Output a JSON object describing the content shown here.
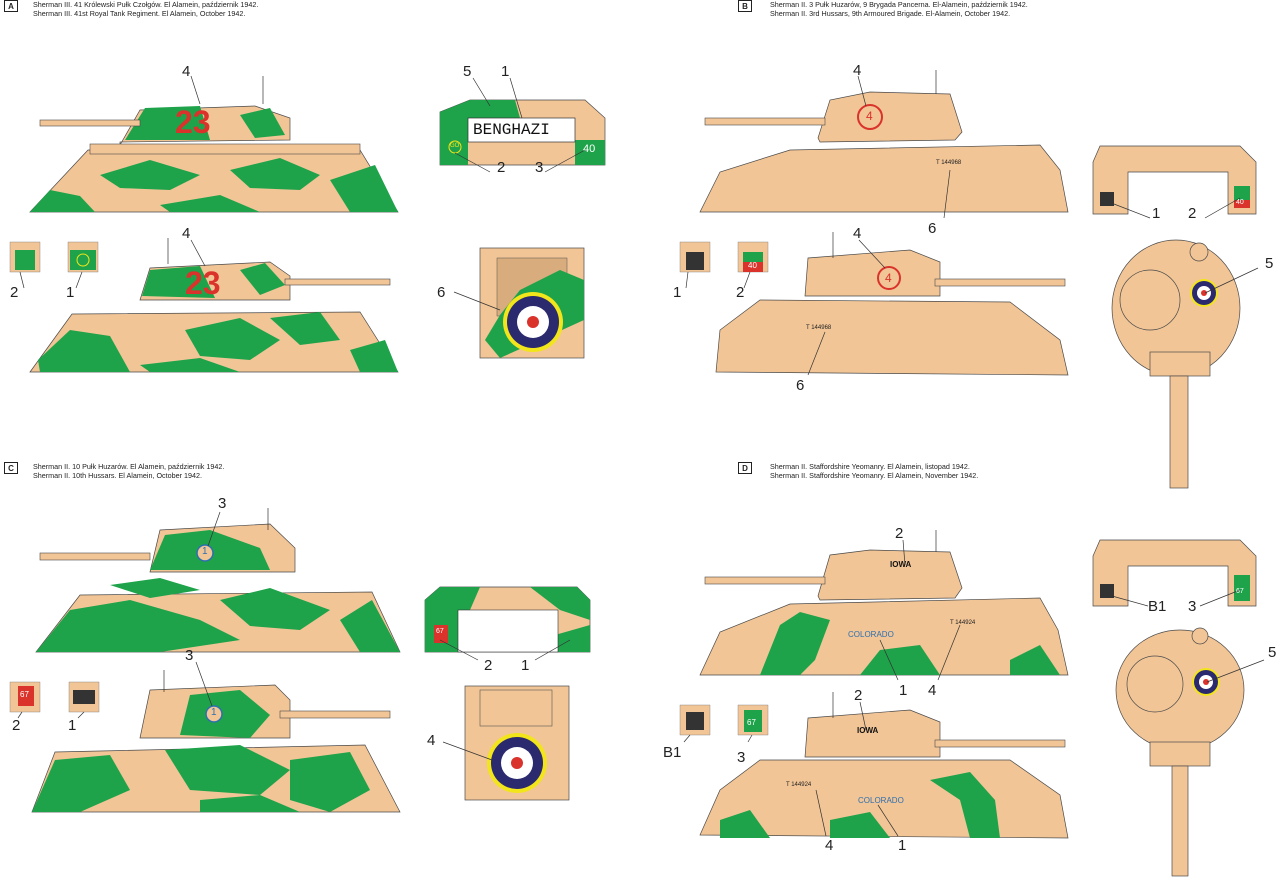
{
  "panels": {
    "A": {
      "tag": "A",
      "caption_pl": "Sherman III. 41 Królewski Pułk Czołgów. El Alamein, październik 1942.",
      "caption_en": "Sherman III. 41st Royal Tank Regiment. El Alamein, October 1942.",
      "tank_number": "23",
      "turret_name": "BENGHAZI",
      "decal_left": "GO",
      "decal_right": "40",
      "callouts": [
        "4",
        "5",
        "1",
        "2",
        "3",
        "4",
        "2",
        "1",
        "6"
      ]
    },
    "B": {
      "tag": "B",
      "caption_pl": "Sherman II. 3 Pułk Huzarów, 9 Brygada Pancerna. El-Alamein, październik 1942.",
      "caption_en": "Sherman II. 3rd Hussars, 9th Armoured Brigade. El-Alamein, October 1942.",
      "turret_number": "4",
      "serial": "T 144968",
      "decal_right": "40",
      "callouts": [
        "4",
        "6",
        "1",
        "2",
        "4",
        "1",
        "2",
        "5",
        "6"
      ]
    },
    "C": {
      "tag": "C",
      "caption_pl": "Sherman II. 10 Pułk Huzarów. El Alamein, październik 1942.",
      "caption_en": "Sherman II. 10th Hussars. El Alamein, October 1942.",
      "turret_number": "1",
      "decal_left": "67",
      "callouts": [
        "3",
        "2",
        "1",
        "3",
        "2",
        "1",
        "4"
      ]
    },
    "D": {
      "tag": "D",
      "caption_pl": "Sherman II. Staffordshire Yeomanry. El Alamein, listopad 1942.",
      "caption_en": "Sherman II. Staffordshire Yeomanry. El Alamein, November 1942.",
      "turret_name": "IOWA",
      "hull_name": "COLORADO",
      "serial": "T 144924",
      "decal_right": "67",
      "callouts": [
        "2",
        "1",
        "4",
        "B1",
        "3",
        "5",
        "2",
        "B1",
        "3",
        "4",
        "1"
      ]
    }
  },
  "colors": {
    "sand": "#f2c596",
    "green": "#1ea34a",
    "red_marking": "#d9332b",
    "roundel_blue": "#2b2a6e",
    "roundel_yellow": "#f2e51b"
  }
}
